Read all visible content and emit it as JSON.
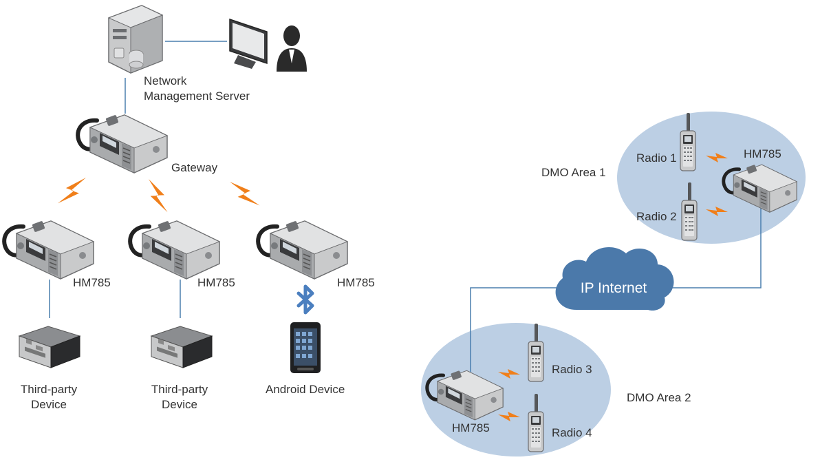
{
  "labels": {
    "nms_line1": "Network",
    "nms_line2": "Management Server",
    "gateway": "Gateway",
    "hm785_a": "HM785",
    "hm785_b": "HM785",
    "hm785_c": "HM785",
    "hm785_area1": "HM785",
    "hm785_area2": "HM785",
    "third_party_1_line1": "Third-party",
    "third_party_1_line2": "Device",
    "third_party_2_line1": "Third-party",
    "third_party_2_line2": "Device",
    "android": "Android Device",
    "dmo_area_1": "DMO Area 1",
    "dmo_area_2": "DMO Area 2",
    "radio_1": "Radio 1",
    "radio_2": "Radio 2",
    "radio_3": "Radio 3",
    "radio_4": "Radio 4",
    "cloud": "IP Internet"
  },
  "icons": [
    "server-icon",
    "monitor-icon",
    "user-icon",
    "mobile-radio-icon",
    "lightning-icon",
    "bluetooth-icon",
    "android-phone-icon",
    "third-party-box-icon",
    "portable-radio-icon",
    "cloud-icon"
  ],
  "colors": {
    "link_line": "#4a7fae",
    "signal": "#f07f1a",
    "area_fill": "#bccfe4",
    "cloud_fill": "#4b79aa",
    "bluetooth": "#4b7fbf",
    "device_gray": "#c8c9c9",
    "text": "#333333"
  }
}
